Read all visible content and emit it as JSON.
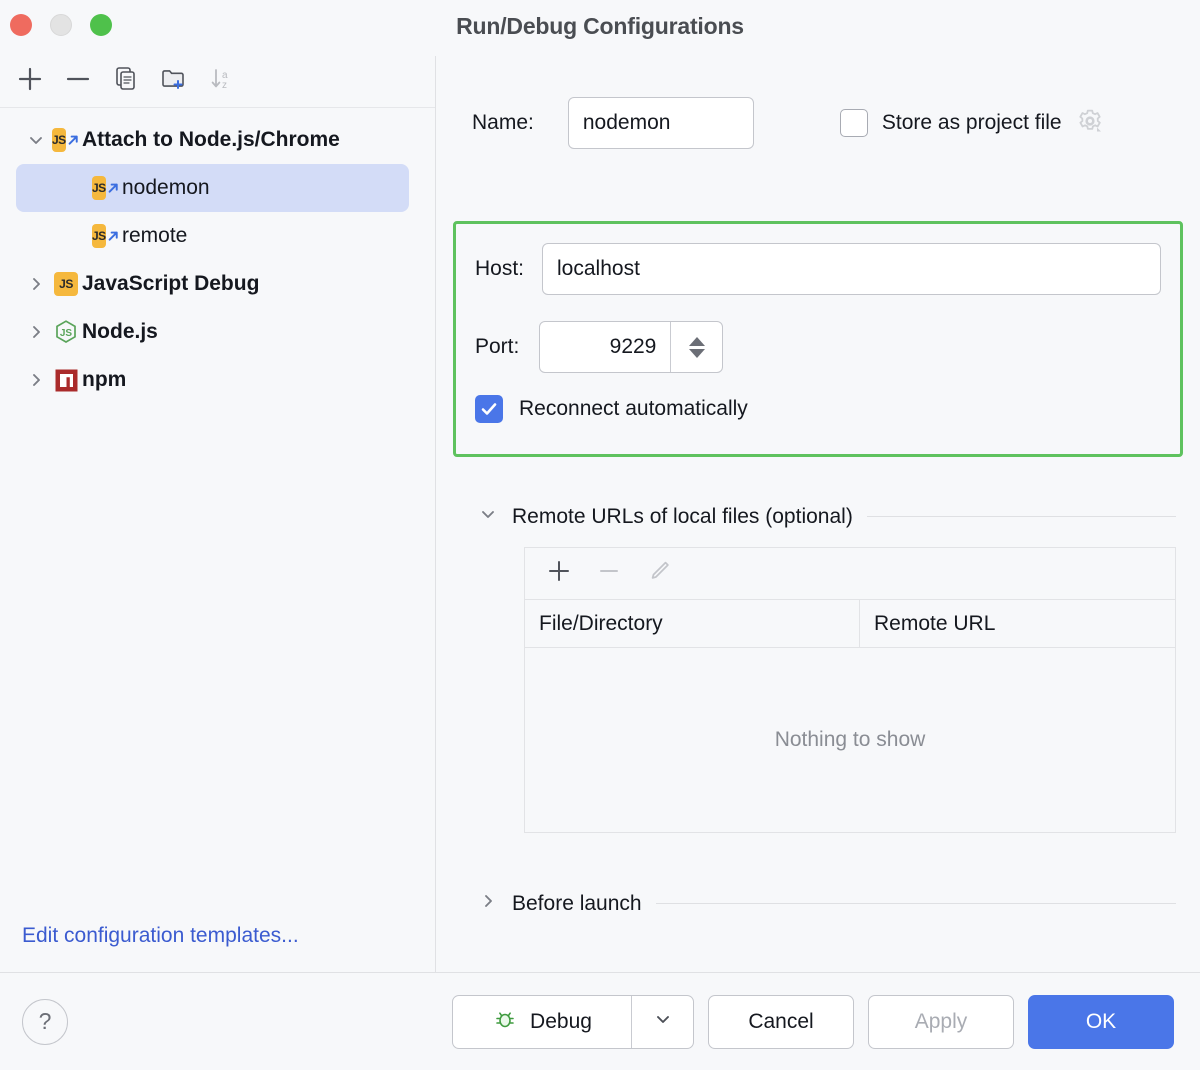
{
  "window": {
    "title": "Run/Debug Configurations",
    "traffic_lights": [
      "close",
      "minimize",
      "zoom"
    ]
  },
  "sidebar": {
    "toolbar": [
      {
        "name": "add",
        "icon": "plus-icon"
      },
      {
        "name": "remove",
        "icon": "minus-icon"
      },
      {
        "name": "copy",
        "icon": "copy-icon"
      },
      {
        "name": "new-folder",
        "icon": "folder-plus-icon"
      },
      {
        "name": "sort-alphabetically",
        "icon": "sort-az-icon"
      }
    ],
    "tree": [
      {
        "label": "Attach to Node.js/Chrome",
        "icon": "js-remote-icon",
        "depth": 0,
        "expanded": true,
        "bold": true,
        "selected": false,
        "has_children": true
      },
      {
        "label": "nodemon",
        "icon": "js-remote-icon",
        "depth": 1,
        "bold": false,
        "selected": true,
        "has_children": false
      },
      {
        "label": "remote",
        "icon": "js-remote-icon",
        "depth": 1,
        "bold": false,
        "selected": false,
        "has_children": false
      },
      {
        "label": "JavaScript Debug",
        "icon": "js-icon",
        "depth": 0,
        "expanded": false,
        "bold": true,
        "selected": false,
        "has_children": true
      },
      {
        "label": "Node.js",
        "icon": "nodejs-icon",
        "depth": 0,
        "expanded": false,
        "bold": true,
        "selected": false,
        "has_children": true
      },
      {
        "label": "npm",
        "icon": "npm-icon",
        "depth": 0,
        "expanded": false,
        "bold": true,
        "selected": false,
        "has_children": true
      }
    ],
    "edit_templates_link": "Edit configuration templates..."
  },
  "main": {
    "name_label": "Name:",
    "name_value": "nodemon",
    "name_placeholder": "",
    "store_as_project_file_label": "Store as project file",
    "store_as_project_file_checked": false,
    "store_gear_icon": "gear-icon",
    "highlight_color": "#5ec25e",
    "connection": {
      "host_label": "Host:",
      "host_value": "localhost",
      "host_placeholder": "",
      "port_label": "Port:",
      "port_value": "9229",
      "reconnect_label": "Reconnect automatically",
      "reconnect_checked": true
    },
    "remote_urls": {
      "title": "Remote URLs of local files (optional)",
      "expanded": true,
      "toolbar": [
        {
          "name": "add-mapping",
          "icon": "plus-icon",
          "enabled": true
        },
        {
          "name": "remove-mapping",
          "icon": "minus-icon",
          "enabled": false
        },
        {
          "name": "edit-mapping",
          "icon": "pencil-icon",
          "enabled": false
        }
      ],
      "columns": [
        "File/Directory",
        "Remote URL"
      ],
      "rows": [],
      "empty_text": "Nothing to show"
    },
    "before_launch": {
      "title": "Before launch",
      "expanded": false
    }
  },
  "footer": {
    "help_label": "?",
    "debug_label": "Debug",
    "debug_icon": "bug-icon",
    "debug_dropdown_icon": "chevron-down-icon",
    "cancel_label": "Cancel",
    "apply_label": "Apply",
    "apply_enabled": false,
    "ok_label": "OK",
    "ok_color": "#4a76e8"
  }
}
